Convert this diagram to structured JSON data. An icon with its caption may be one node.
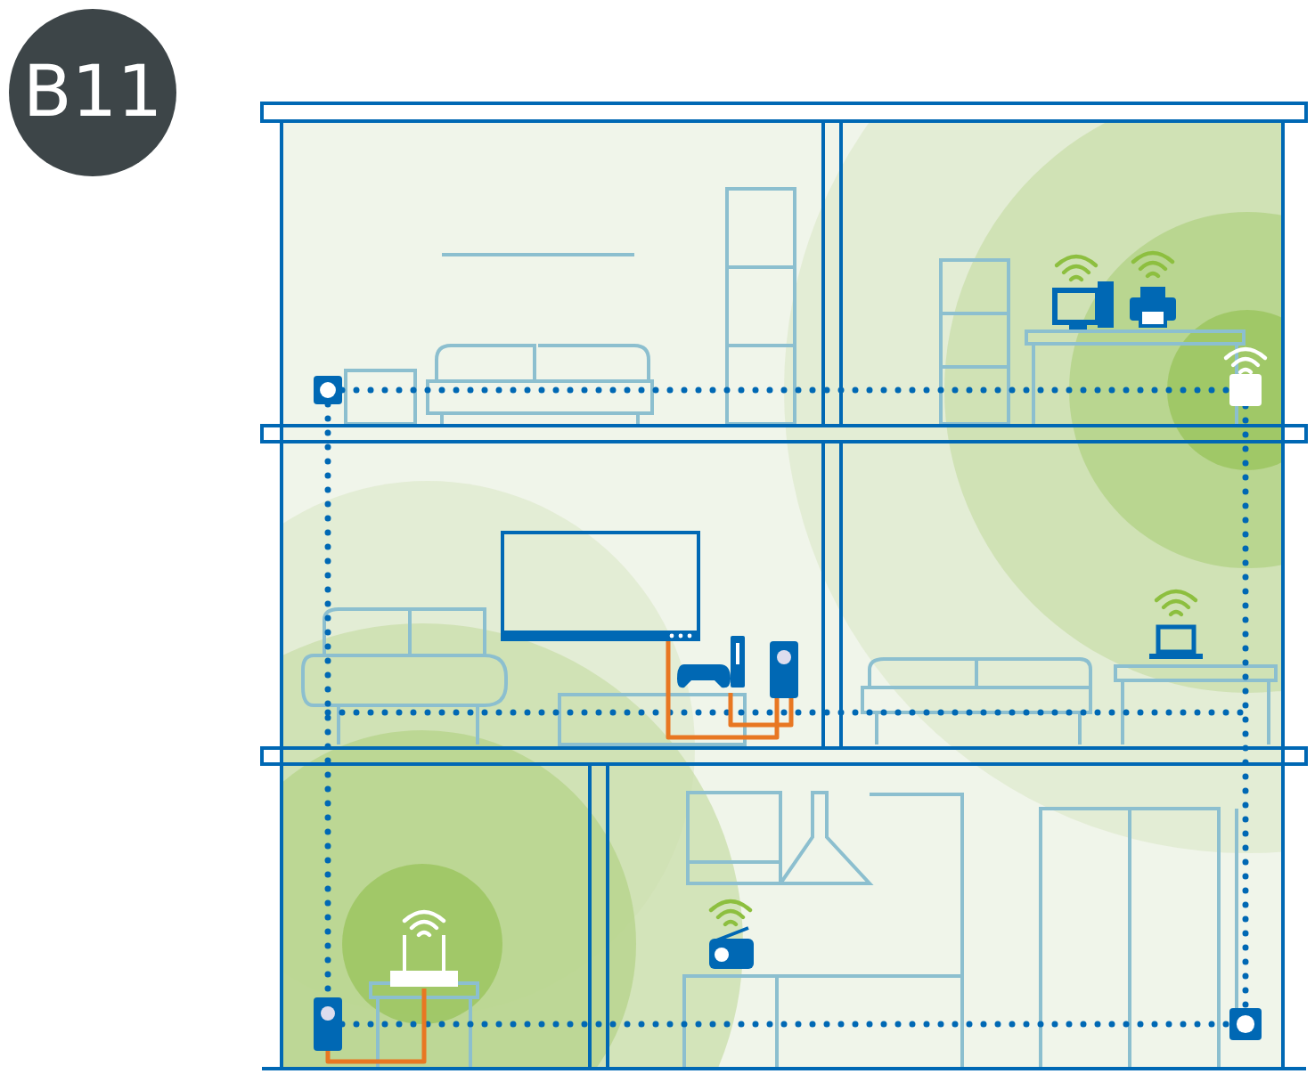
{
  "diagram": {
    "nodes": [
      {
        "text": [],
        "shape": "picture"
      },
      {
        "text": [],
        "shape": "picture"
      },
      {
        "text": [],
        "shape": "picture"
      },
      {
        "text": [],
        "shape": "picture"
      },
      {
        "text": [],
        "shape": "picture"
      },
      {
        "text": [],
        "shape": "picture"
      },
      {
        "text": [],
        "shape": "picture"
      },
      {
        "text": [],
        "shape": "picture"
      }
    ],
    "edges": [
      {
        "from": 0,
        "to": 1,
        "arrow": "none",
        "style": "dashed"
      },
      {
        "from": 0,
        "to": 6,
        "arrow": "none",
        "style": "dashed"
      },
      {
        "from": 6,
        "to": 7,
        "arrow": "none",
        "style": "dashed"
      },
      {
        "from": 1,
        "to": 7,
        "arrow": "none",
        "style": "dashed"
      },
      {
        "from": 4,
        "to": 2,
        "arrow": "none",
        "color": "#e87722"
      },
      {
        "from": 4,
        "to": 3,
        "arrow": "none",
        "color": "#e87722"
      },
      {
        "from": 6,
        "to": 5,
        "arrow": "none",
        "color": "#e87722"
      }
    ],
    "labels": [
      "B11"
    ]
  }
}
